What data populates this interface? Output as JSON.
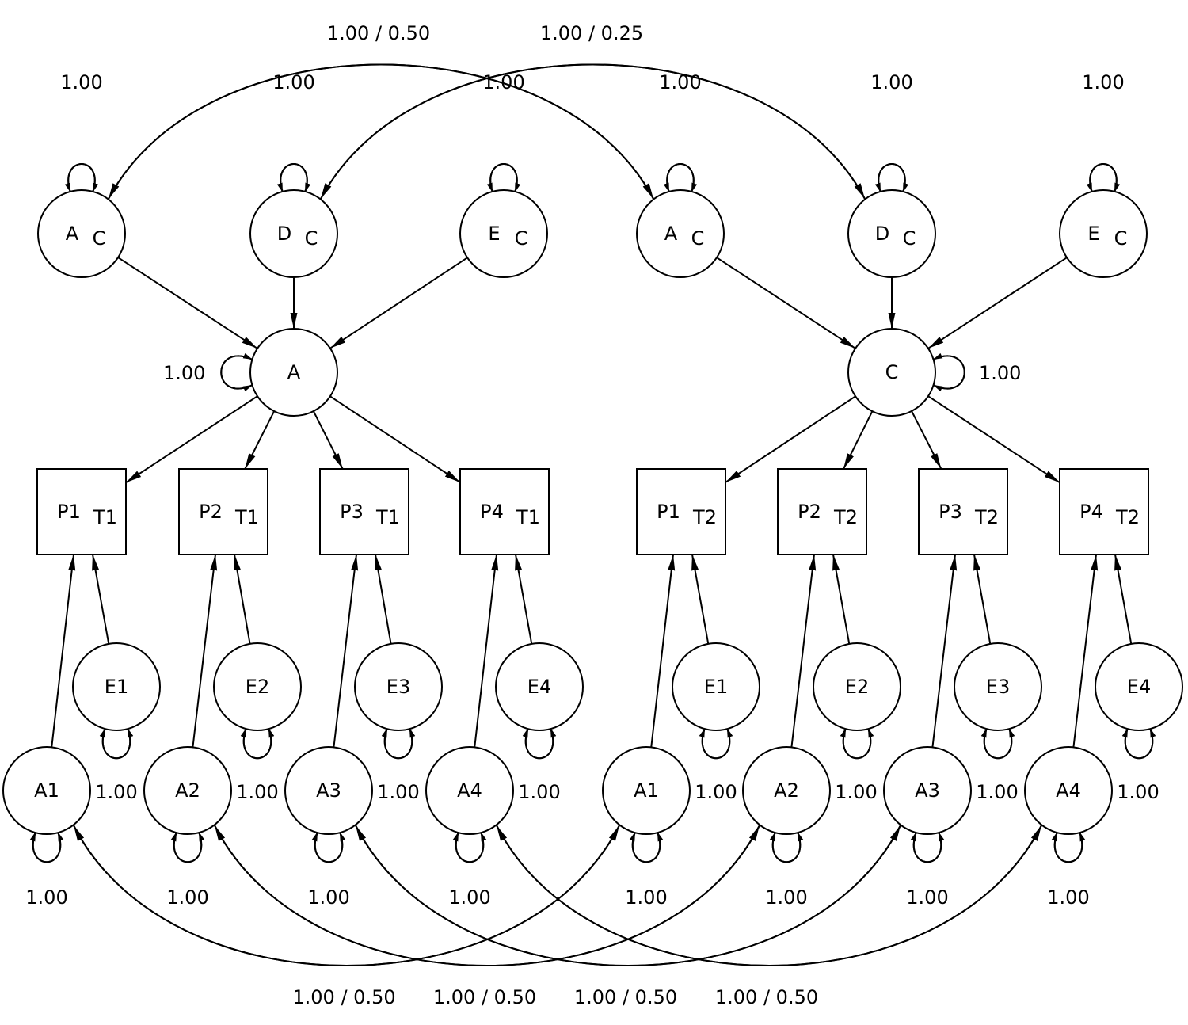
{
  "diagram": {
    "type": "path-diagram",
    "nodes": [
      {
        "id": "AC1",
        "shape": "circle",
        "label": "A",
        "sub": "C"
      },
      {
        "id": "DC1",
        "shape": "circle",
        "label": "D",
        "sub": "C"
      },
      {
        "id": "EC1",
        "shape": "circle",
        "label": "E",
        "sub": "C"
      },
      {
        "id": "AC2",
        "shape": "circle",
        "label": "A",
        "sub": "C"
      },
      {
        "id": "DC2",
        "shape": "circle",
        "label": "D",
        "sub": "C"
      },
      {
        "id": "EC2",
        "shape": "circle",
        "label": "E",
        "sub": "C"
      },
      {
        "id": "A",
        "shape": "circle",
        "label": "A",
        "sub": ""
      },
      {
        "id": "C",
        "shape": "circle",
        "label": "C",
        "sub": ""
      },
      {
        "id": "P1T1",
        "shape": "box",
        "label": "P1",
        "sub": "T1"
      },
      {
        "id": "P2T1",
        "shape": "box",
        "label": "P2",
        "sub": "T1"
      },
      {
        "id": "P3T1",
        "shape": "box",
        "label": "P3",
        "sub": "T1"
      },
      {
        "id": "P4T1",
        "shape": "box",
        "label": "P4",
        "sub": "T1"
      },
      {
        "id": "P1T2",
        "shape": "box",
        "label": "P1",
        "sub": "T2"
      },
      {
        "id": "P2T2",
        "shape": "box",
        "label": "P2",
        "sub": "T2"
      },
      {
        "id": "P3T2",
        "shape": "box",
        "label": "P3",
        "sub": "T2"
      },
      {
        "id": "P4T2",
        "shape": "box",
        "label": "P4",
        "sub": "T2"
      },
      {
        "id": "E1a",
        "shape": "circle",
        "label": "E1",
        "sub": ""
      },
      {
        "id": "E2a",
        "shape": "circle",
        "label": "E2",
        "sub": ""
      },
      {
        "id": "E3a",
        "shape": "circle",
        "label": "E3",
        "sub": ""
      },
      {
        "id": "E4a",
        "shape": "circle",
        "label": "E4",
        "sub": ""
      },
      {
        "id": "E1b",
        "shape": "circle",
        "label": "E1",
        "sub": ""
      },
      {
        "id": "E2b",
        "shape": "circle",
        "label": "E2",
        "sub": ""
      },
      {
        "id": "E3b",
        "shape": "circle",
        "label": "E3",
        "sub": ""
      },
      {
        "id": "E4b",
        "shape": "circle",
        "label": "E4",
        "sub": ""
      },
      {
        "id": "A1a",
        "shape": "circle",
        "label": "A1",
        "sub": ""
      },
      {
        "id": "A2a",
        "shape": "circle",
        "label": "A2",
        "sub": ""
      },
      {
        "id": "A3a",
        "shape": "circle",
        "label": "A3",
        "sub": ""
      },
      {
        "id": "A4a",
        "shape": "circle",
        "label": "A4",
        "sub": ""
      },
      {
        "id": "A1b",
        "shape": "circle",
        "label": "A1",
        "sub": ""
      },
      {
        "id": "A2b",
        "shape": "circle",
        "label": "A2",
        "sub": ""
      },
      {
        "id": "A3b",
        "shape": "circle",
        "label": "A3",
        "sub": ""
      },
      {
        "id": "A4b",
        "shape": "circle",
        "label": "A4",
        "sub": ""
      }
    ],
    "paths": [
      {
        "from": "AC1",
        "to": "A"
      },
      {
        "from": "DC1",
        "to": "A"
      },
      {
        "from": "EC1",
        "to": "A"
      },
      {
        "from": "AC2",
        "to": "C"
      },
      {
        "from": "DC2",
        "to": "C"
      },
      {
        "from": "EC2",
        "to": "C"
      },
      {
        "from": "A",
        "to": "P1T1"
      },
      {
        "from": "A",
        "to": "P2T1"
      },
      {
        "from": "A",
        "to": "P3T1"
      },
      {
        "from": "A",
        "to": "P4T1"
      },
      {
        "from": "C",
        "to": "P1T2"
      },
      {
        "from": "C",
        "to": "P2T2"
      },
      {
        "from": "C",
        "to": "P3T2"
      },
      {
        "from": "C",
        "to": "P4T2"
      },
      {
        "from": "A1a",
        "to": "P1T1"
      },
      {
        "from": "E1a",
        "to": "P1T1"
      },
      {
        "from": "A2a",
        "to": "P2T1"
      },
      {
        "from": "E2a",
        "to": "P2T1"
      },
      {
        "from": "A3a",
        "to": "P3T1"
      },
      {
        "from": "E3a",
        "to": "P3T1"
      },
      {
        "from": "A4a",
        "to": "P4T1"
      },
      {
        "from": "E4a",
        "to": "P4T1"
      },
      {
        "from": "A1b",
        "to": "P1T2"
      },
      {
        "from": "E1b",
        "to": "P1T2"
      },
      {
        "from": "A2b",
        "to": "P2T2"
      },
      {
        "from": "E2b",
        "to": "P2T2"
      },
      {
        "from": "A3b",
        "to": "P3T2"
      },
      {
        "from": "E3b",
        "to": "P3T2"
      },
      {
        "from": "A4b",
        "to": "P4T2"
      },
      {
        "from": "E4b",
        "to": "P4T2"
      }
    ],
    "variances": [
      {
        "node": "AC1",
        "value": "1.00",
        "side": "top"
      },
      {
        "node": "DC1",
        "value": "1.00",
        "side": "top"
      },
      {
        "node": "EC1",
        "value": "1.00",
        "side": "top"
      },
      {
        "node": "AC2",
        "value": "1.00",
        "side": "top"
      },
      {
        "node": "DC2",
        "value": "1.00",
        "side": "top"
      },
      {
        "node": "EC2",
        "value": "1.00",
        "side": "top"
      },
      {
        "node": "A",
        "value": "1.00",
        "side": "left"
      },
      {
        "node": "C",
        "value": "1.00",
        "side": "right"
      },
      {
        "node": "E1a",
        "value": "1.00",
        "side": "bottom-right-label"
      },
      {
        "node": "E2a",
        "value": "1.00",
        "side": "bottom-right-label"
      },
      {
        "node": "E3a",
        "value": "1.00",
        "side": "bottom-right-label"
      },
      {
        "node": "E4a",
        "value": "1.00",
        "side": "bottom-right-label"
      },
      {
        "node": "E1b",
        "value": "1.00",
        "side": "bottom-right-label"
      },
      {
        "node": "E2b",
        "value": "1.00",
        "side": "bottom-right-label"
      },
      {
        "node": "E3b",
        "value": "1.00",
        "side": "bottom-right-label"
      },
      {
        "node": "E4b",
        "value": "1.00",
        "side": "bottom-right-label"
      },
      {
        "node": "A1a",
        "value": "1.00",
        "side": "bottom"
      },
      {
        "node": "A2a",
        "value": "1.00",
        "side": "bottom"
      },
      {
        "node": "A3a",
        "value": "1.00",
        "side": "bottom"
      },
      {
        "node": "A4a",
        "value": "1.00",
        "side": "bottom"
      },
      {
        "node": "A1b",
        "value": "1.00",
        "side": "bottom"
      },
      {
        "node": "A2b",
        "value": "1.00",
        "side": "bottom"
      },
      {
        "node": "A3b",
        "value": "1.00",
        "side": "bottom"
      },
      {
        "node": "A4b",
        "value": "1.00",
        "side": "bottom"
      }
    ],
    "covariances": [
      {
        "from": "AC1",
        "to": "AC2",
        "value": "1.00 / 0.50",
        "side": "top"
      },
      {
        "from": "DC1",
        "to": "DC2",
        "value": "1.00 / 0.25",
        "side": "top"
      },
      {
        "from": "A1a",
        "to": "A1b",
        "value": "1.00 / 0.50",
        "side": "bottom"
      },
      {
        "from": "A2a",
        "to": "A2b",
        "value": "1.00 / 0.50",
        "side": "bottom"
      },
      {
        "from": "A3a",
        "to": "A3b",
        "value": "1.00 / 0.50",
        "side": "bottom"
      },
      {
        "from": "A4a",
        "to": "A4b",
        "value": "1.00 / 0.50",
        "side": "bottom"
      }
    ]
  }
}
